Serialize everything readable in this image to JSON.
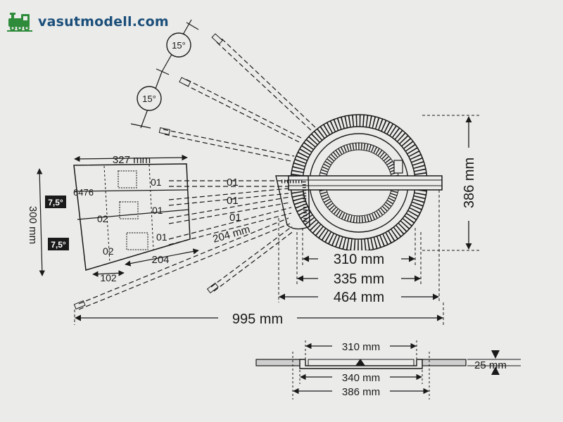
{
  "site": {
    "logo_text": "vasutmodell.com"
  },
  "angles": {
    "upper": "15°",
    "lower": "15°",
    "box_top": "7,5°",
    "box_bottom": "7,5°"
  },
  "fan": {
    "width_label": "327 mm",
    "height_label": "300 mm",
    "code_6476": "6476",
    "row1_code": "01",
    "row2_code_a": "02",
    "row2_code_b": "01",
    "row3_code_a": "02",
    "row3_code_b": "01",
    "bottom_small": "102",
    "bottom_large": "204"
  },
  "tracks": {
    "label_1": "01",
    "label_2": "01",
    "label_3": "01",
    "radius_label": "204 mm"
  },
  "dimensions": {
    "d310": "310 mm",
    "d335": "335 mm",
    "d464": "464 mm",
    "d995": "995 mm",
    "d386_vertical": "386 mm"
  },
  "section": {
    "d310": "310 mm",
    "d340": "340 mm",
    "d386": "386 mm",
    "height": "25 mm"
  }
}
